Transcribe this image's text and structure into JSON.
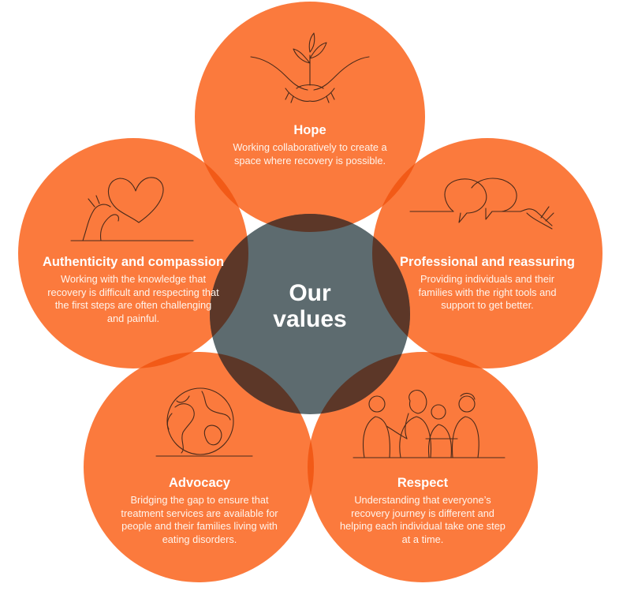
{
  "center_title": "Our values",
  "colors": {
    "petal": "#fb7a3d",
    "petal_overlap": "#f25a17",
    "center": "#5d6b6f",
    "center_overlap": "#5c3728",
    "text": "#ffffff",
    "line_art": "#4a2a1a"
  },
  "values": [
    {
      "title": "Hope",
      "description": "Working collaboratively to create a space where recovery is possible.",
      "icon": "hands-holding-seedling-icon"
    },
    {
      "title": "Professional and reassuring",
      "description": "Providing individuals and their families with the right tools and support to get better.",
      "icon": "speech-bubbles-with-hand-writing-icon"
    },
    {
      "title": "Respect",
      "description": "Understanding that everyone’s recovery journey is different and helping each individual take one step at a time.",
      "icon": "group-of-people-icon"
    },
    {
      "title": "Advocacy",
      "description": "Bridging the gap to ensure that treatment services are available for people and their families living with eating disorders.",
      "icon": "globe-icon"
    },
    {
      "title": "Authenticity and compassion",
      "description": "Working with the knowledge that recovery is difficult and respecting that the first steps are often challenging and painful.",
      "icon": "hand-holding-heart-icon"
    }
  ]
}
